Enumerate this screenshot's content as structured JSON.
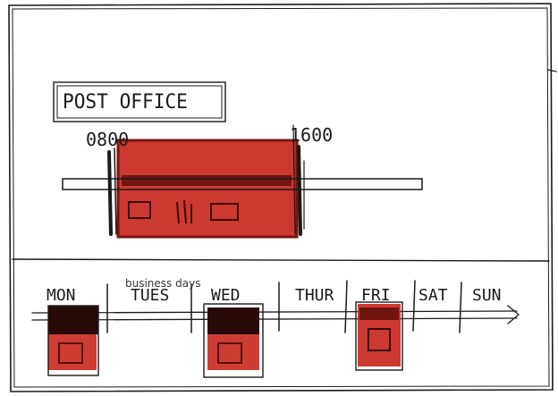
{
  "sign": {
    "label": "POST OFFICE"
  },
  "hours": {
    "open": "0800",
    "close": "1600"
  },
  "week": {
    "caption": "business days",
    "days": [
      {
        "label": "MON",
        "open": true
      },
      {
        "label": "TUES",
        "open": false
      },
      {
        "label": "WED",
        "open": true
      },
      {
        "label": "THUR",
        "open": false
      },
      {
        "label": "FRI",
        "open": true
      },
      {
        "label": "SAT",
        "open": false
      },
      {
        "label": "SUN",
        "open": false
      }
    ]
  },
  "colors": {
    "ink": "#1a1a1a",
    "marker_red": "#c8281e",
    "dark_red": "#7a1410",
    "paper": "#ffffff"
  }
}
